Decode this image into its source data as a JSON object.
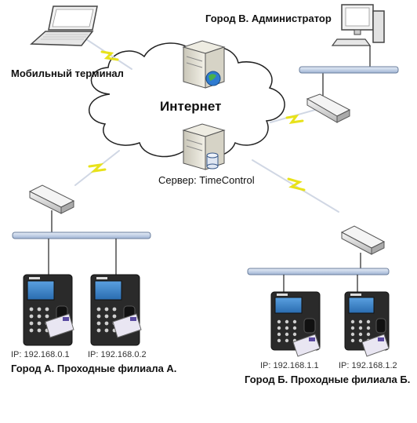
{
  "labels": {
    "mobile_terminal": "Мобильный терминал",
    "city_b_admin": "Город В. Администратор",
    "internet": "Интернет",
    "server": "Сервер: TimeControl",
    "city_a_caption": "Город А. Проходные филиала А.",
    "city_b_caption": "Город Б. Проходные филиала Б.",
    "ip_a1": "IP: 192.168.0.1",
    "ip_a2": "IP: 192.168.0.2",
    "ip_b1": "IP: 192.168.1.1",
    "ip_b2": "IP: 192.168.1.2"
  },
  "colors": {
    "bus": "#c9d6ea",
    "wireless": "#e8e21a",
    "terminal_body": "#2a2a2a",
    "terminal_screen": "#3b82c9",
    "card": "#e9e6f2"
  },
  "icons": [
    "laptop-icon",
    "desktop-computer-icon",
    "server-icon",
    "database-icon",
    "network-switch-icon",
    "access-terminal-icon",
    "rfid-card-icon",
    "wireless-link-icon",
    "cloud-icon"
  ]
}
